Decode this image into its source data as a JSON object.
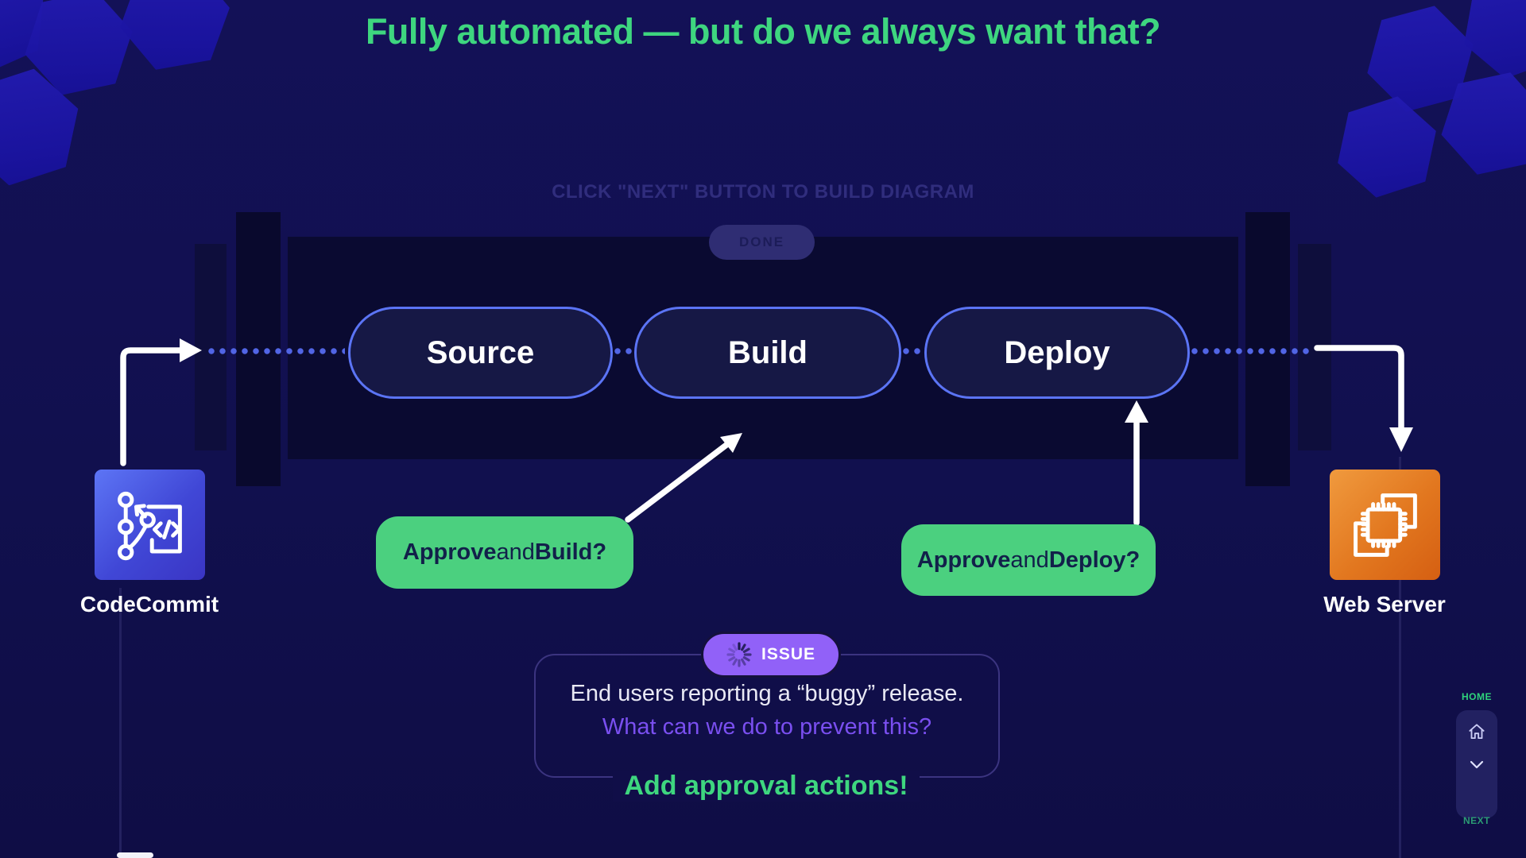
{
  "page": {
    "title": "Fully automated — but do we always want that?",
    "hint": "CLICK \"NEXT\" BUTTON TO BUILD DIAGRAM"
  },
  "pipeline": {
    "done_label": "DONE",
    "stages": [
      {
        "label": "Source"
      },
      {
        "label": "Build"
      },
      {
        "label": "Deploy"
      }
    ]
  },
  "nodes": {
    "source_service": {
      "label": "CodeCommit",
      "icon": "git-branch-icon"
    },
    "target_service": {
      "label": "Web Server",
      "icon": "server-chip-icon"
    }
  },
  "approvals": {
    "build": {
      "bold1": "Approve",
      "mid": " and ",
      "bold2": "Build?"
    },
    "deploy": {
      "bold1": "Approve",
      "mid": " and ",
      "bold2": "Deploy?"
    }
  },
  "issue": {
    "badge": "ISSUE",
    "badge_icon": "spinner-icon",
    "line1": "End users reporting a “buggy” release.",
    "line2": "What can we do to prevent this?",
    "action": "Add approval actions!"
  },
  "nav": {
    "home_label": "HOME",
    "next_label": "NEXT",
    "home_icon": "home-icon",
    "next_icon": "chevron-down-icon"
  },
  "colors": {
    "background": "#11104e",
    "accent_green": "#3ed67f",
    "accent_purple": "#9161f8",
    "stage_border": "#5b74f5",
    "approve_button": "#4bd07f",
    "codecommit_brand": "#4a55e0",
    "webserver_brand": "#e07a1f"
  }
}
